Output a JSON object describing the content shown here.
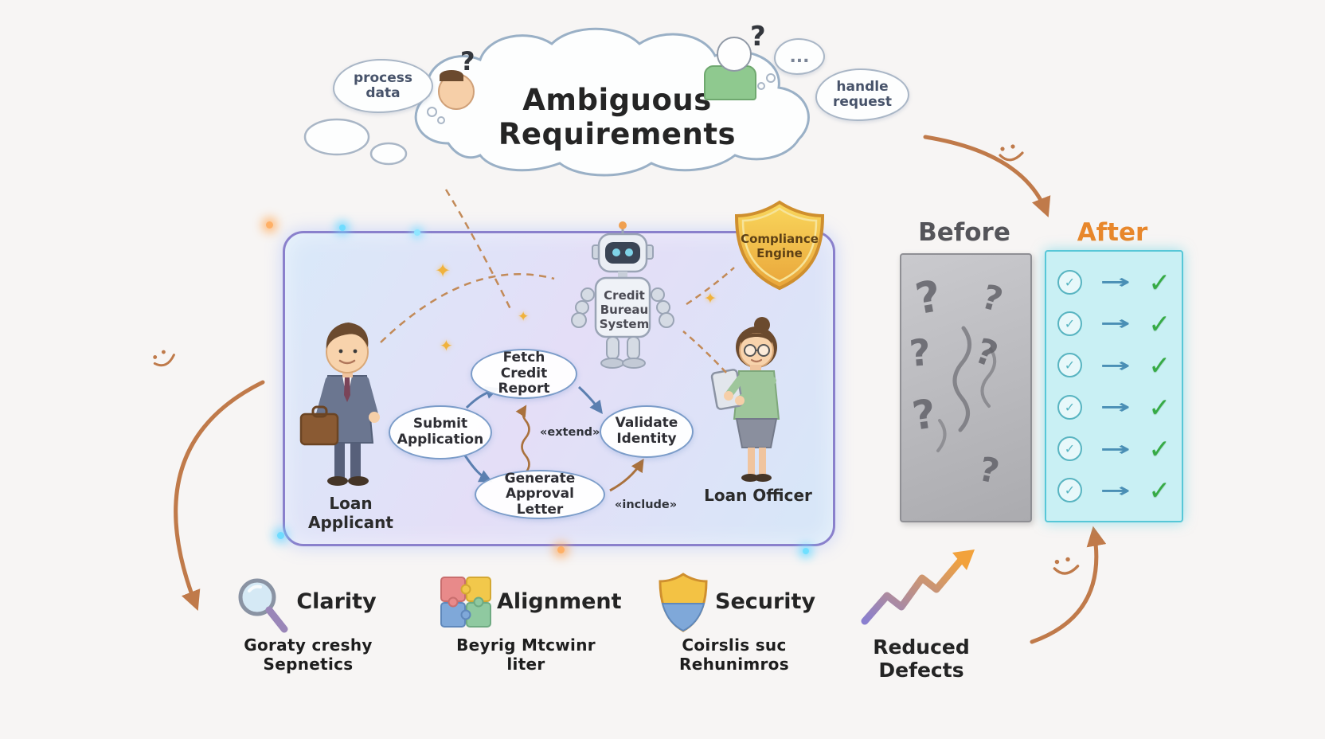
{
  "cloud": {
    "title_line1": "Ambiguous",
    "title_line2": "Requirements",
    "thought_left": "process data",
    "thought_right": "handle request",
    "dots": "..."
  },
  "diagram": {
    "actor_left_label": "Loan Applicant",
    "actor_right_label": "Loan Officer",
    "robot_label": "Credit Bureau System",
    "shield_label": "Compliance Engine",
    "usecase_submit": "Submit Application",
    "usecase_fetch": "Fetch Credit Report",
    "usecase_validate": "Validate Identity",
    "usecase_generate": "Generate Approval Letter",
    "stereotype_extend": "«extend»",
    "stereotype_include": "«include»"
  },
  "comparison": {
    "before_label": "Before",
    "after_label": "After",
    "after_rows": 6
  },
  "benefits": [
    {
      "label": "Clarity",
      "subtext": "Goraty creshy Sepnetics"
    },
    {
      "label": "Alignment",
      "subtext": "Beyrig Mtcwinr liter"
    },
    {
      "label": "Security",
      "subtext": "Coirslis suc Rehunimros"
    },
    {
      "label": "Reduced Defects",
      "subtext": ""
    }
  ],
  "decor": {
    "question_mark": "?",
    "check": "✓",
    "arrow": "→",
    "sparkle": "✦"
  },
  "colors": {
    "before_heading": "#55555a",
    "after_heading": "#e8872b",
    "box_border": "#8a80cc",
    "green_check": "#36ab45",
    "teal_check": "#58b4c1",
    "arrow_orange": "#c07a4a",
    "oval_border": "#7b9cc9",
    "shield_gold": "#f3c244"
  }
}
